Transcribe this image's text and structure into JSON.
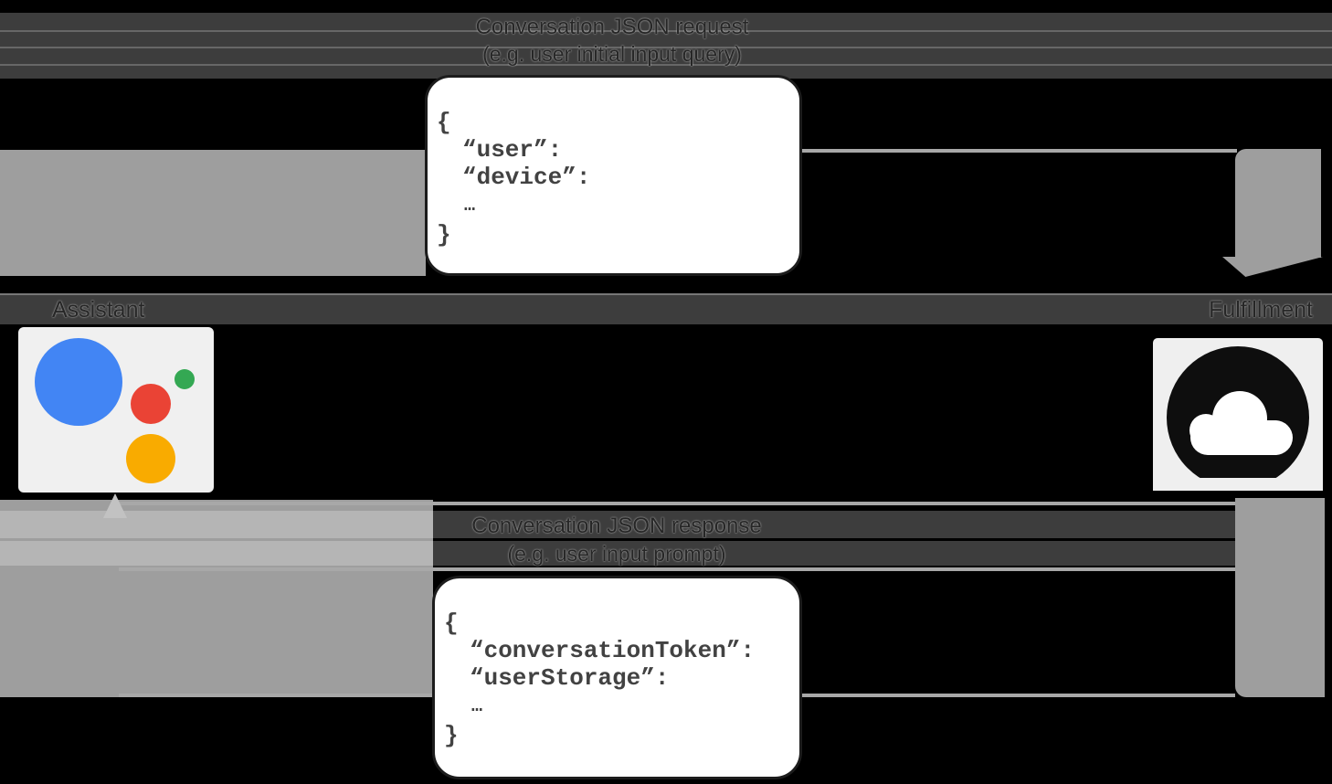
{
  "top_flow": {
    "label_line1": "Conversation JSON request",
    "label_line2": "(e.g. user initial input query)",
    "code": {
      "open_brace": "{",
      "key1": "“user”:",
      "key2": "“device”:",
      "ellipsis": "…",
      "close_brace": "}"
    }
  },
  "bottom_flow": {
    "label_line1": "Conversation JSON response",
    "label_line2": "(e.g. user input prompt)",
    "code": {
      "open_brace": "{",
      "key1": "“conversationToken”:",
      "key2": "“userStorage”:",
      "ellipsis": "…",
      "close_brace": "}"
    }
  },
  "actors": {
    "assistant": {
      "label": "Assistant",
      "logo": "google-assistant-logo"
    },
    "fulfillment": {
      "label": "Fulfillment",
      "logo": "cloud-logo"
    }
  },
  "colors": {
    "canvas_bg": "#000000",
    "arrow_gray": "#9e9e9e",
    "snippet_bg": "#ffffff",
    "snippet_border": "#1c1c1c",
    "code_text": "#424242",
    "label_text": "#262626",
    "tile_bg": "#f0f0f0",
    "assistant_blue": "#4285f4",
    "assistant_green": "#34a853",
    "assistant_red": "#ea4335",
    "assistant_yellow": "#f9ab00",
    "cloud_black": "#0e0e0e"
  }
}
